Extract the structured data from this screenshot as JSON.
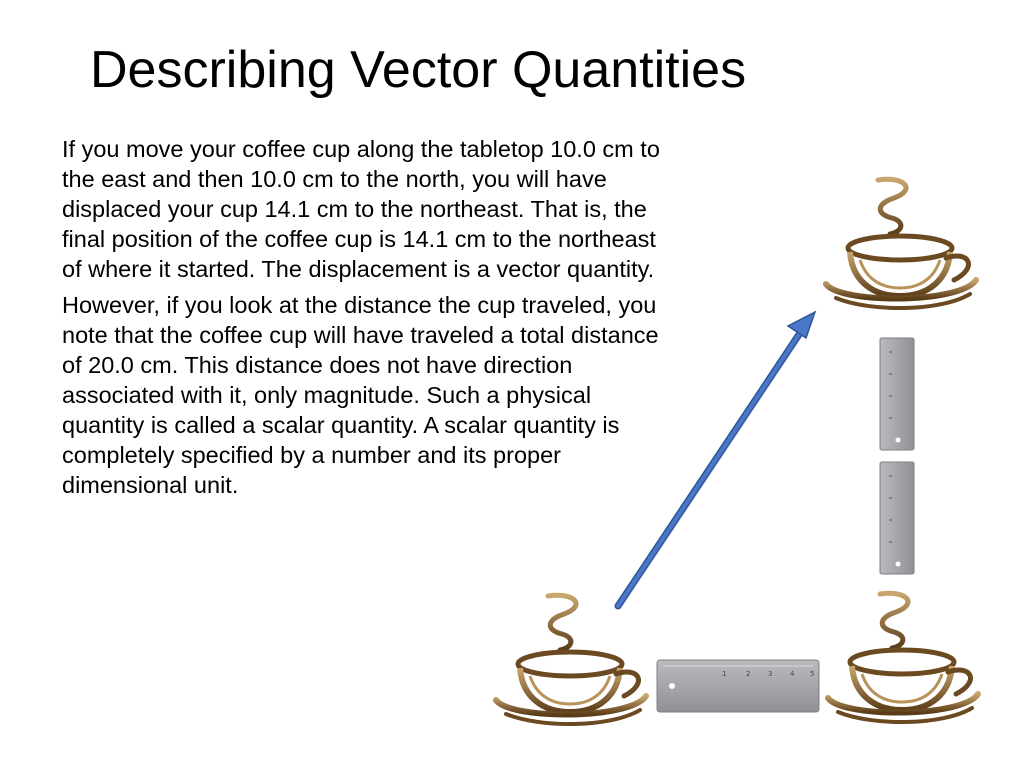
{
  "slide": {
    "title": "Describing Vector Quantities",
    "paragraphs": [
      "If you move your coffee cup along the tabletop 10.0 cm to the east and then 10.0 cm to the north, you will have displaced your cup 14.1 cm to the northeast.  That is, the final position of the coffee cup is 14.1 cm to the northeast of where it started.  The displacement is a vector quantity.",
      "However, if you look at the distance the cup traveled, you note that the coffee cup will have traveled a total distance of 20.0 cm.  This distance does not have direction associated with it, only magnitude.  Such a physical quantity is called a scalar quantity.  A scalar quantity is completely specified by a number and its proper dimensional unit."
    ]
  },
  "ruler": {
    "tick_labels": [
      "1",
      "2",
      "3",
      "4",
      "5"
    ]
  },
  "colors": {
    "cup_brown": "#6b4a22",
    "cup_tan": "#b8935a",
    "arrow_blue": "#4a78c8",
    "ruler_gray": "#a9abae"
  }
}
